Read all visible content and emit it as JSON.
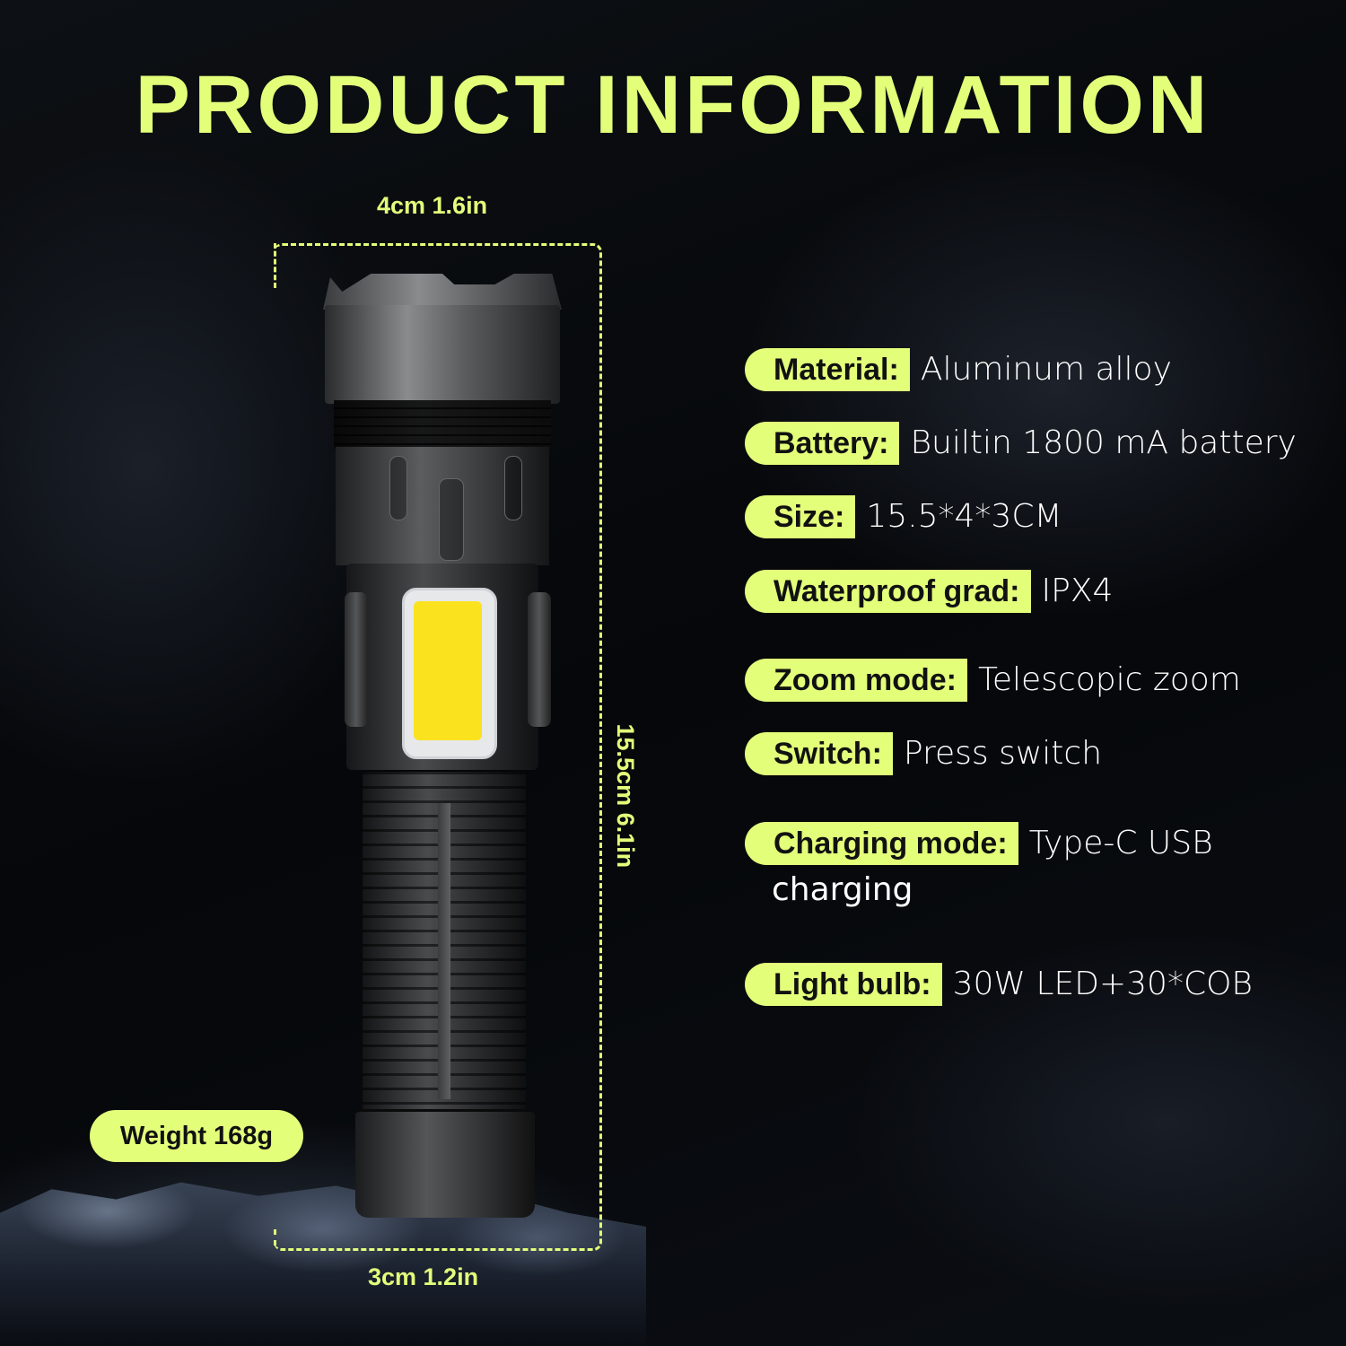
{
  "title": "PRODUCT INFORMATION",
  "dimensions": {
    "width_top": "4cm 1.6in",
    "height_side": "15.5cm 6.1in",
    "width_bottom": "3cm 1.2in"
  },
  "weight_badge": "Weight 168g",
  "specs": [
    {
      "label": "Material:",
      "value": "Aluminum alloy"
    },
    {
      "label": "Battery:",
      "value": "Builtin 1800 mA battery"
    },
    {
      "label": "Size:",
      "value": "15.5*4*3CM"
    },
    {
      "label": "Waterproof grad:",
      "value": "IPX4"
    },
    {
      "label": "Zoom mode:",
      "value": "Telescopic zoom"
    },
    {
      "label": "Switch:",
      "value": "Press switch"
    },
    {
      "label": "Charging mode:",
      "value": "Type-C USB",
      "value_cont": "charging"
    },
    {
      "label": "Light bulb:",
      "value": "30W LED+30*COB"
    }
  ],
  "colors": {
    "accent": "#e3ff7a",
    "background": "#07090c",
    "cob_light": "#fbe21f",
    "text": "#ffffff"
  }
}
